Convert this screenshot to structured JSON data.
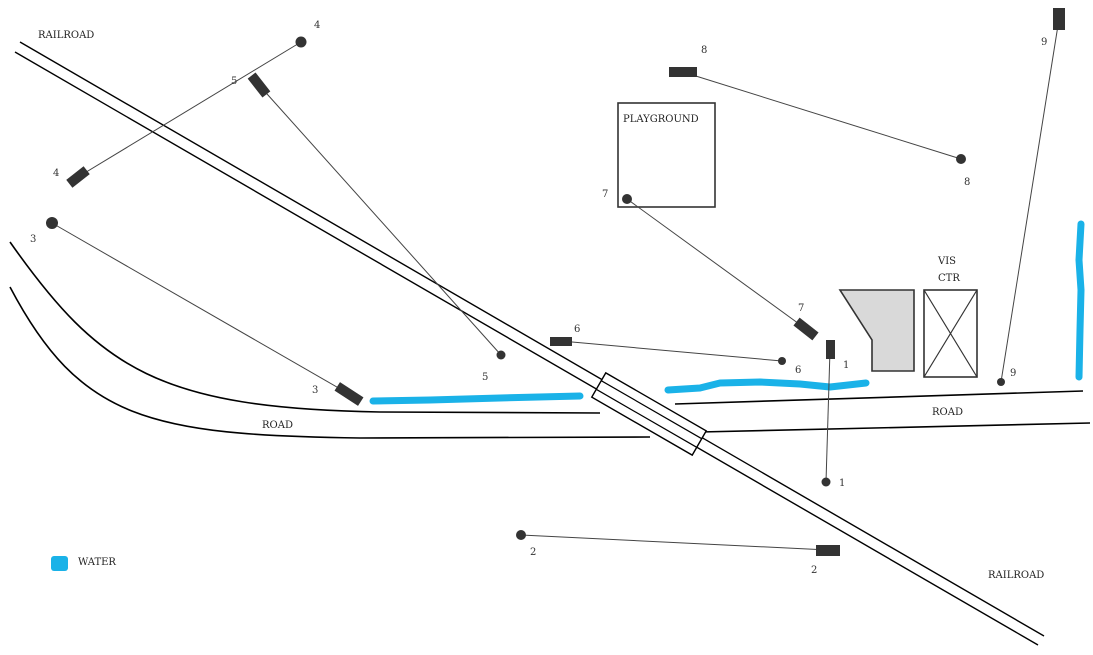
{
  "labels": {
    "railroad_top": "RAILROAD",
    "railroad_bottom": "RAILROAD",
    "road_left": "ROAD",
    "road_right": "ROAD",
    "playground": "PLAYGROUND",
    "vis": "VIS",
    "ctr": "CTR",
    "legend_water": "WATER"
  },
  "pairs": [
    {
      "id": "1",
      "camera_label": "1",
      "target_label": "1"
    },
    {
      "id": "2",
      "camera_label": "2",
      "target_label": "2"
    },
    {
      "id": "3",
      "camera_label": "3",
      "target_label": "3"
    },
    {
      "id": "4",
      "camera_label": "4",
      "target_label": "4"
    },
    {
      "id": "5",
      "camera_label": "5",
      "target_label": "5"
    },
    {
      "id": "6",
      "camera_label": "6",
      "target_label": "6"
    },
    {
      "id": "7",
      "camera_label": "7",
      "target_label": "7"
    },
    {
      "id": "8",
      "camera_label": "8",
      "target_label": "8"
    },
    {
      "id": "9",
      "camera_label": "9",
      "target_label": "9"
    }
  ],
  "colors": {
    "water": "#1ab2e8",
    "marker": "#333333",
    "line": "#222222",
    "building_fill": "#d9d9d9"
  }
}
